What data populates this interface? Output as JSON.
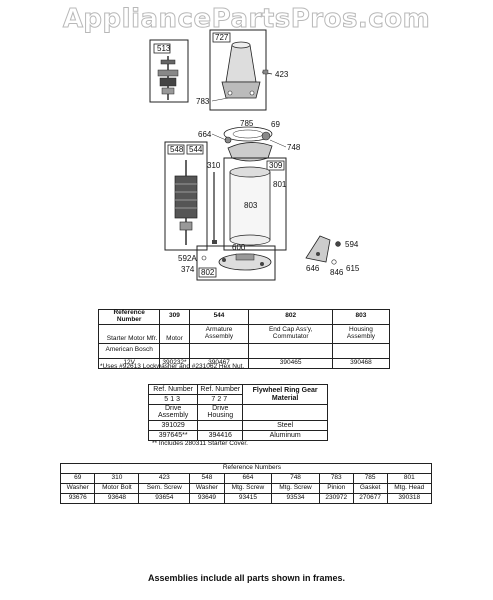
{
  "watermark": "AppliancePartsPros.com",
  "callouts": {
    "c513": "513",
    "c727": "727",
    "c423": "423",
    "c783": "783",
    "c785": "785",
    "c69": "69",
    "c664": "664",
    "c748": "748",
    "c548": "548",
    "c544": "544",
    "c310": "310",
    "c309": "309",
    "c801": "801",
    "c803": "803",
    "c592a": "592A",
    "c374": "374",
    "c802": "802",
    "c594": "594",
    "c646": "646",
    "c846": "846",
    "c615": "615",
    "c600": "600"
  },
  "table1": {
    "head": [
      "Reference Number",
      "309",
      "544",
      "802",
      "803"
    ],
    "sub": [
      "Starter Motor Mfr.",
      "Motor",
      "Armature Assembly",
      "End Cap Ass'y, Commutator",
      "Housing Assembly"
    ],
    "row_name": "American Bosch",
    "row_volt": "12V",
    "row_vals": [
      "390232*",
      "390467",
      "390465",
      "390468"
    ],
    "note": "*Uses #92613 Lockwasher and #231062 Hex Nut."
  },
  "table2": {
    "ref_label": "Ref. Number",
    "col1_num": "513",
    "col2_num": "727",
    "col1_desc": "Drive Assembly",
    "col2_desc": "Drive Housing",
    "material_header": "Flywheel Ring Gear Material",
    "row1": [
      "391029",
      "",
      "Steel"
    ],
    "row2": [
      "397645**",
      "394416",
      "Aluminum"
    ],
    "note": "** Includes 280311 Starter Cover."
  },
  "table3": {
    "title": "Reference Numbers",
    "nums": [
      "69",
      "310",
      "423",
      "548",
      "664",
      "748",
      "783",
      "785",
      "801"
    ],
    "names": [
      "Washer",
      "Motor Bolt",
      "Sem. Screw",
      "Washer",
      "Mtg. Screw",
      "Mtg. Screw",
      "Pinion",
      "Gasket",
      "Mtg. Head"
    ],
    "parts": [
      "93676",
      "93648",
      "93654",
      "93649",
      "93415",
      "93534",
      "230972",
      "270677",
      "390318"
    ]
  },
  "footer": "Assemblies include all parts shown in frames."
}
